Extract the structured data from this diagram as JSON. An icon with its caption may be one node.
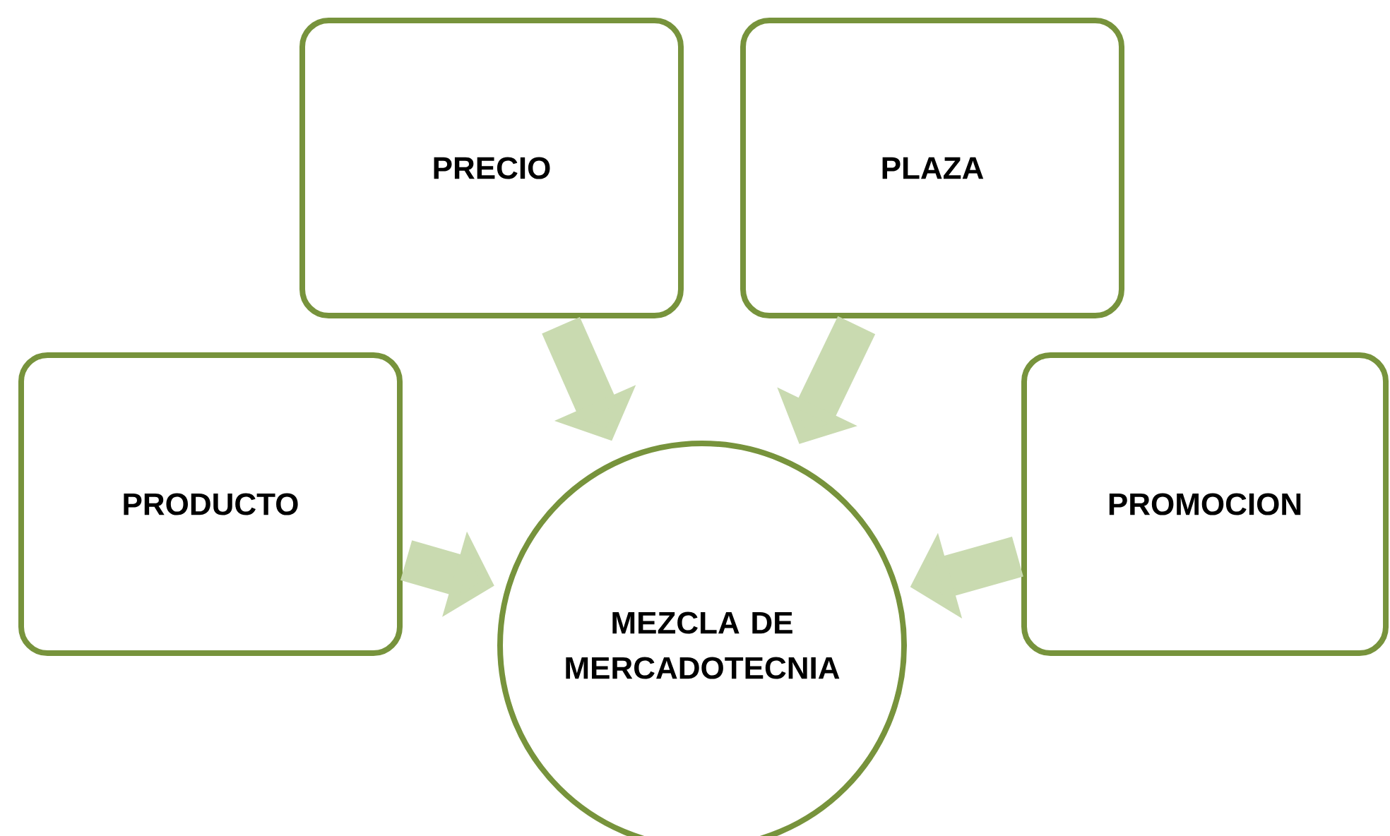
{
  "diagram": {
    "nodes": [
      {
        "text": [
          "PRECIO"
        ]
      },
      {
        "text": [
          "PLAZA"
        ]
      },
      {
        "text": [
          "PRODUCTO"
        ]
      },
      {
        "text": [
          "PROMOCION"
        ]
      },
      {
        "text": [
          "MEZCLA DE MERCADOTECNIA"
        ]
      }
    ],
    "edges": [
      {
        "from": 0,
        "to": 4,
        "arrow": "to"
      },
      {
        "from": 1,
        "to": 4,
        "arrow": "to"
      },
      {
        "from": 2,
        "to": 4,
        "arrow": "to"
      },
      {
        "from": 3,
        "to": 4,
        "arrow": "to"
      }
    ]
  }
}
